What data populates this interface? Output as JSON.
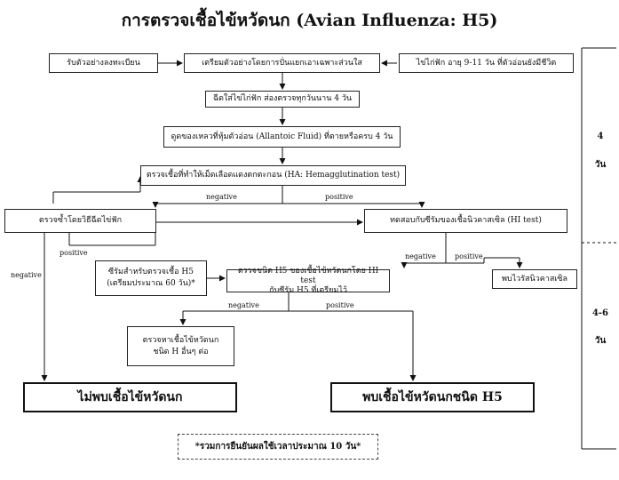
{
  "title": "การตรวจเชื้อไข้หวัดนก (Avian Influenza: H5)",
  "boxes": {
    "receive": "รับตัวอย่างลงทะเบียน",
    "prepare": "เตรียมตัวอย่างโดยการปั่นแยกเอาเฉพาะส่วนใส",
    "eggs": "ไข่ไก่ฟัก อายุ 9-11 วัน ที่ตัวอ่อนยังมีชีวิต",
    "inject": "ฉีดใส่ไข่ไก่ฟัก ส่องตรวจทุกวันนาน 4 วัน",
    "allantoic": "ดูดของเหลวที่หุ้มตัวอ่อน (Allantoic Fluid) ที่ตายหรือครบ 4 วัน",
    "ha_test": "ตรวจเชื้อที่ทำให้เม็ดเลือดแดงตกตะกอน (HA: Hemagglutination test)",
    "repeat": "ตรวจซ้ำโดยวิธีฉีดไข่ฟัก",
    "hi_test": "ทดสอบกับซีรัมของเชื้อนิวคาสเซิล (HI test)",
    "serum_line1": "ซีรัมสำหรับตรวจเชื้อ H5",
    "serum_line2": "(เตรียมประมาณ 60 วัน)*",
    "h5_line1": "ตรวจชนิด H5 ของเชื้อไข้หวัดนกโดย HI test",
    "h5_line2": "กับซีรัม H5 ที่เตรียมไว้",
    "newcastle": "พบไวรัสนิวคาสเซิล",
    "other_line1": "ตรวจหาเชื้อไข้หวัดนก",
    "other_line2": "ชนิด H อื่นๆ ต่อ",
    "not_found": "ไม่พบเชื้อไข้หวัดนก",
    "found_h5": "พบเชื้อไข้หวัดนกชนิด H5",
    "note": "*รวมการยืนยันผลใช้เวลาประมาณ 10 วัน*"
  },
  "labels": {
    "negative": "negative",
    "positive": "positive"
  },
  "side": {
    "days_top_num": "4",
    "days_top_unit": "วัน",
    "days_bottom_num": "4-6",
    "days_bottom_unit": "วัน"
  }
}
